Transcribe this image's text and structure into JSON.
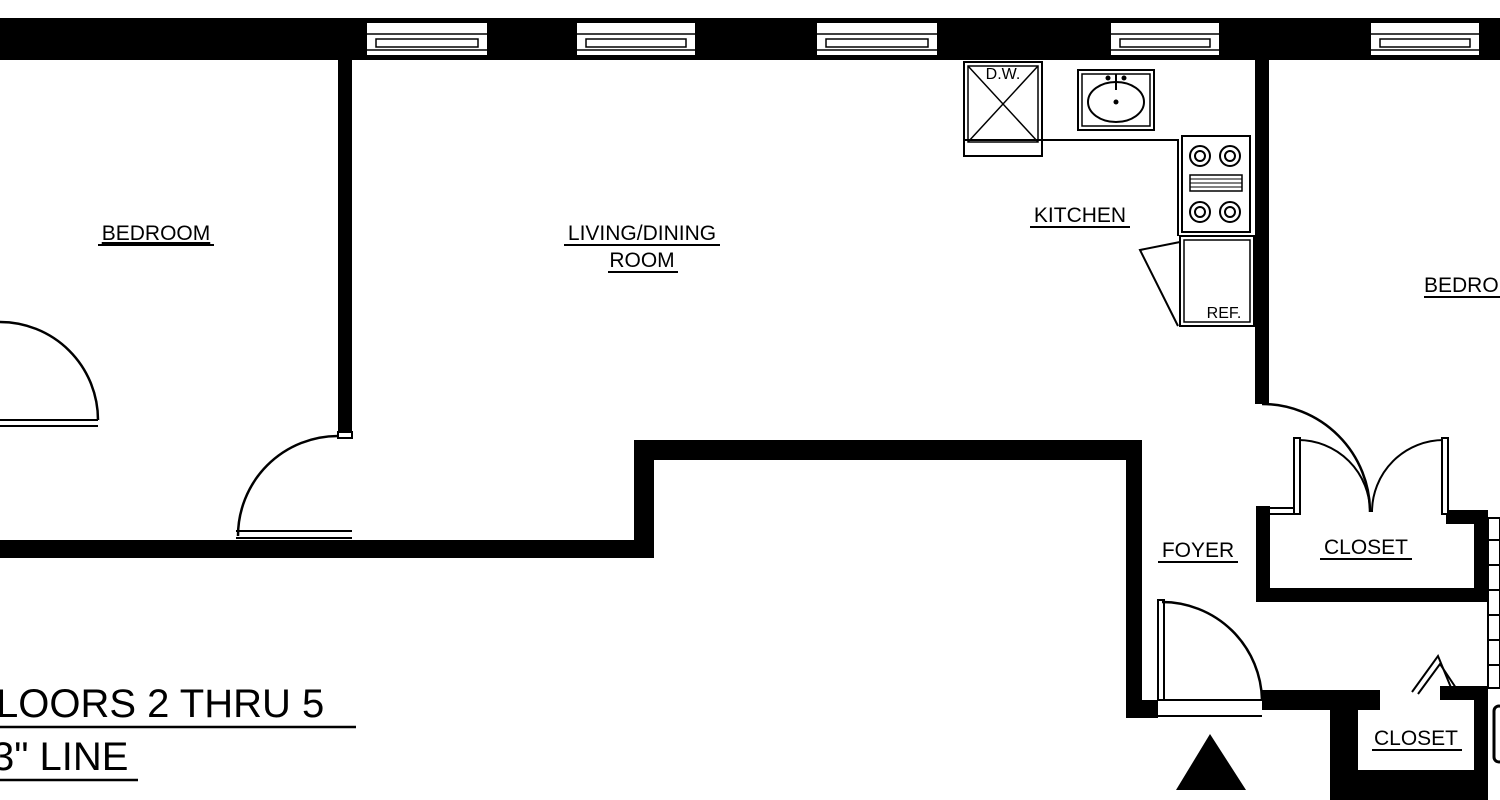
{
  "floor_plan": {
    "rooms": {
      "bedroom_left": "BEDROOM",
      "living_dining_line1": "LIVING/DINING",
      "living_dining_line2": "ROOM",
      "kitchen": "KITCHEN",
      "bedroom_right": "BEDRO",
      "foyer": "FOYER",
      "closet_upper": "CLOSET",
      "closet_lower": "CLOSET"
    },
    "fixtures": {
      "dishwasher": "D.W.",
      "refrigerator": "REF."
    },
    "title": {
      "line1": "LOORS 2 THRU 5",
      "line2": "3\" LINE"
    }
  }
}
